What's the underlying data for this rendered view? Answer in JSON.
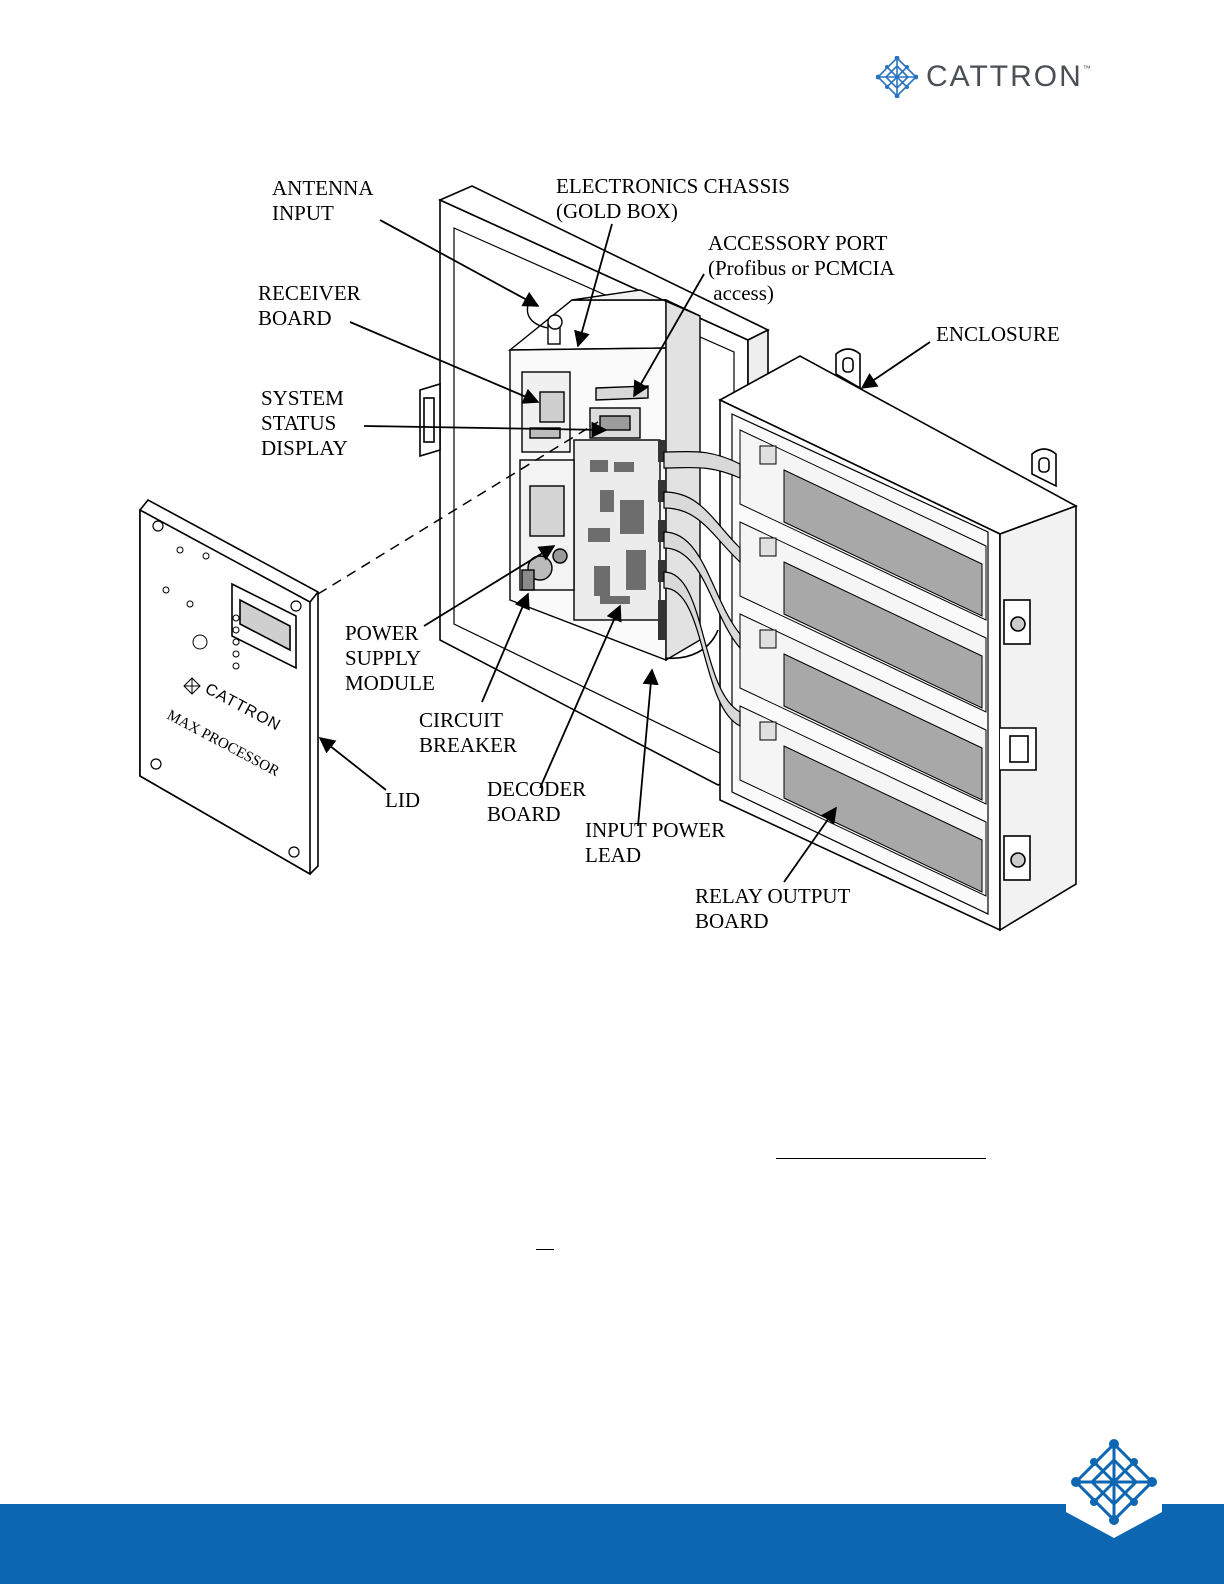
{
  "header": {
    "logo_text": "CATTRON",
    "logo_tm": "™"
  },
  "callouts": {
    "antenna_input": "ANTENNA\nINPUT",
    "electronics_chassis": "ELECTRONICS CHASSIS\n(GOLD BOX)",
    "accessory_port": "ACCESSORY PORT\n(Profibus or PCMCIA\n access)",
    "receiver_board": "RECEIVER\nBOARD",
    "enclosure": "ENCLOSURE",
    "system_status_display": "SYSTEM\nSTATUS\nDISPLAY",
    "power_supply_module": "POWER\nSUPPLY\nMODULE",
    "circuit_breaker": "CIRCUIT\nBREAKER",
    "lid": "LID",
    "decoder_board": "DECODER\nBOARD",
    "input_power_lead": "INPUT POWER\nLEAD",
    "relay_output_board": "RELAY OUTPUT\nBOARD"
  },
  "lid_panel": {
    "brand": "CATTRON",
    "product": "MAX PROCESSOR"
  },
  "colors": {
    "footer_blue": "#0d66b2",
    "logo_blue": "#2a73c0",
    "logo_gray": "#4a4f55"
  },
  "icons": {
    "header_logo": "cattron-lattice-icon",
    "footer_logo": "cattron-lattice-hexagon-icon"
  }
}
